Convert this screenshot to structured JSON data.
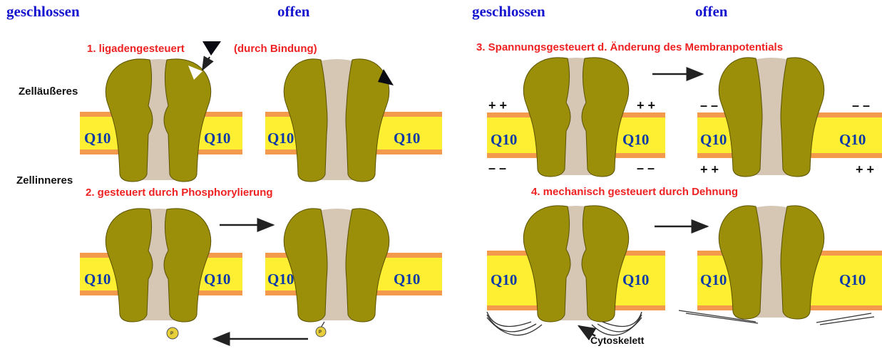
{
  "headers": {
    "left_closed": "geschlossen",
    "left_open": "offen",
    "right_closed": "geschlossen",
    "right_open": "offen"
  },
  "labels": {
    "ligand_gated": "1. ligadengesteuert",
    "by_binding": "(durch Bindung)",
    "phosphorylation": "2. gesteuert durch Phosphorylierung",
    "voltage_gated": "3. Spannungsgesteuert d. Änderung des Membranpotentials",
    "mechanical": "4. mechanisch gesteuert durch Dehnung",
    "outside": "Zelläußeres",
    "inside": "Zellinneres",
    "cytoskeleton": "Cytoskelett",
    "membrane_tag": "Q10",
    "phospho_tag": "P"
  },
  "charges": {
    "plus": "+ +",
    "minus": "– –"
  },
  "colors": {
    "header": "#1515d0",
    "label_red": "#ee2222",
    "membrane_yellow": "#ffef33",
    "membrane_orange": "#f39a4d",
    "protein_olive": "#9b8f0a",
    "pore": "#d6c6b4",
    "q10_text": "#0b3aa8"
  }
}
